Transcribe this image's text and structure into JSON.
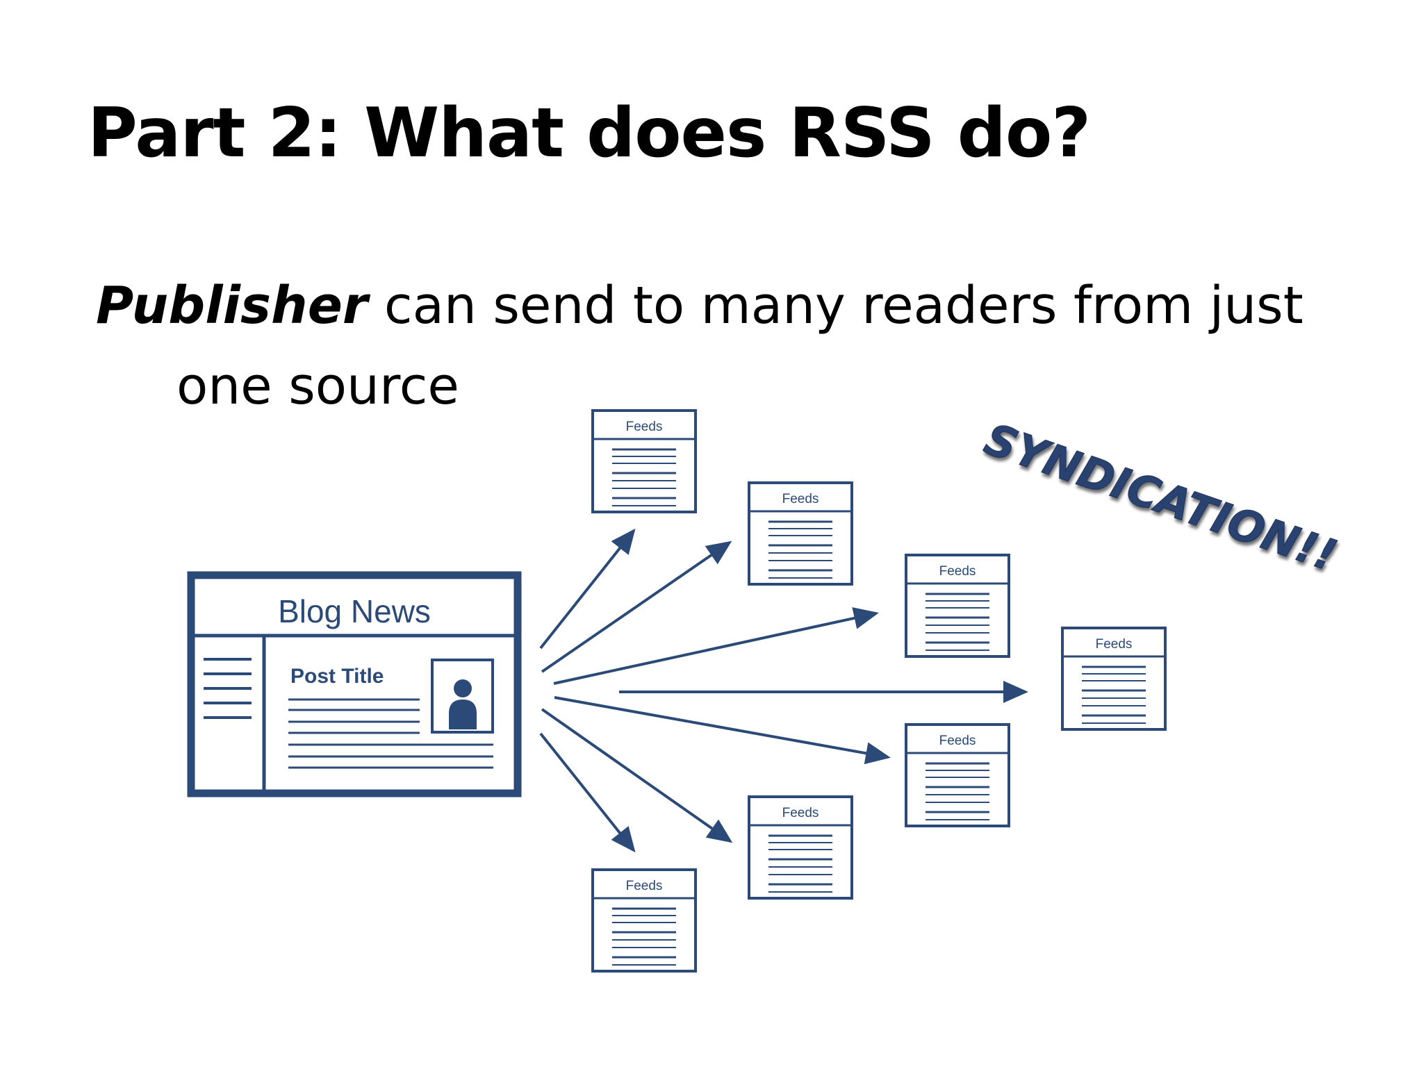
{
  "slide": {
    "title": "Part 2:  What does RSS do?",
    "bullet": {
      "emphasis": "Publisher",
      "rest_line1": " can send to many readers from just",
      "line2": "one source"
    }
  },
  "diagram": {
    "publisher": {
      "header": "Blog News",
      "post_title": "Post Title",
      "icon": "person-icon"
    },
    "feed_label": "Feeds",
    "callout": "SYNDICATION!!",
    "colors": {
      "navy": "#2b4a78",
      "callout": "#2a4270"
    }
  }
}
